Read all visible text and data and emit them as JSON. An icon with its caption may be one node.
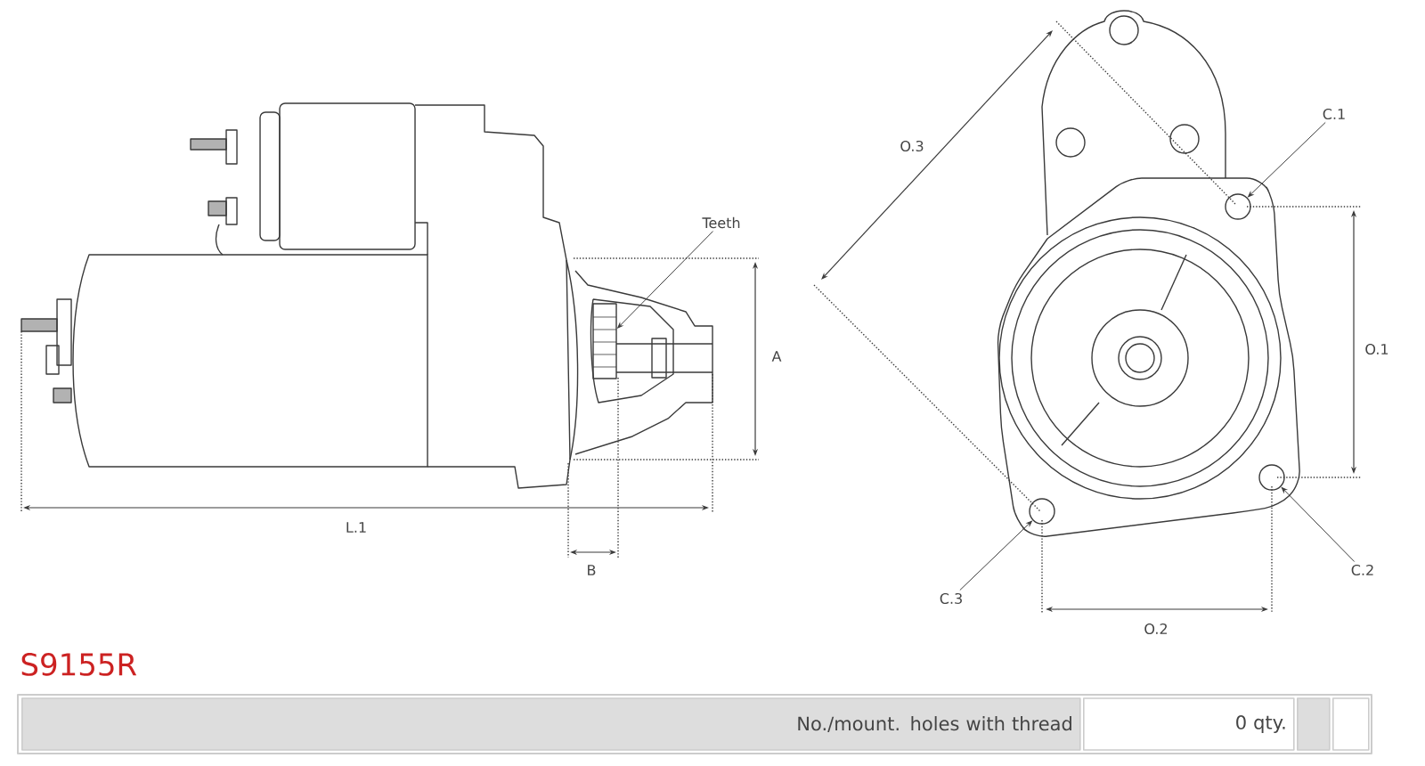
{
  "diagram": {
    "title": "S9155R",
    "nodes": [
      {
        "text": [
          "C.1"
        ]
      },
      {
        "text": [],
        "shape": "circle"
      },
      {
        "text": [
          "Teeth"
        ]
      },
      {
        "text": [],
        "shape": "box"
      },
      {
        "text": [
          "C.2"
        ]
      },
      {
        "text": [],
        "shape": "circle"
      },
      {
        "text": [
          "C.3"
        ]
      },
      {
        "text": [],
        "shape": "circle"
      }
    ],
    "edges": [
      {
        "from": 0,
        "to": 1,
        "arrow": "to"
      },
      {
        "from": 2,
        "to": 3,
        "arrow": "to"
      },
      {
        "from": 4,
        "to": 5,
        "arrow": "to"
      },
      {
        "from": 6,
        "to": 7,
        "arrow": "to"
      }
    ],
    "labels": [
      "O.3",
      "O.1",
      "A",
      "L.1",
      "B",
      "O.2",
      "No./mount. holes with thread",
      "0 qty."
    ]
  }
}
